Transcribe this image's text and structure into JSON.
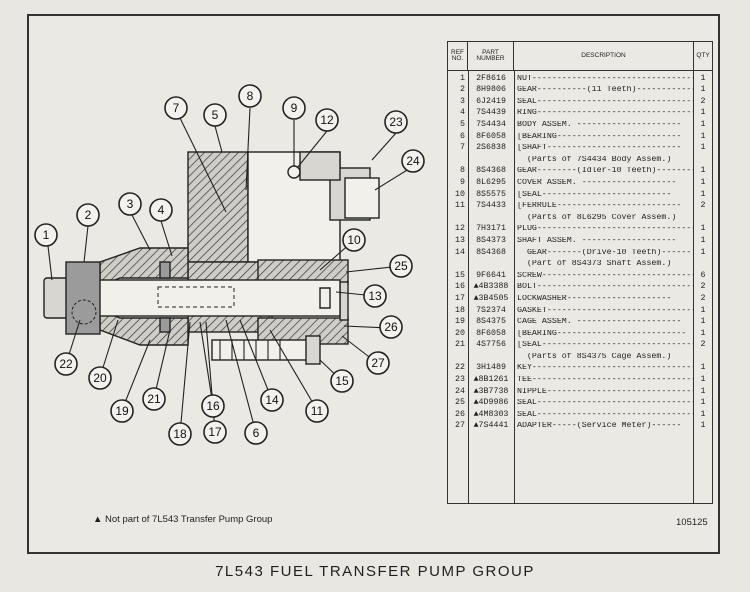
{
  "table": {
    "headers": {
      "ref": "REF NO.",
      "part": "PART NUMBER",
      "desc": "DESCRIPTION",
      "qty": "QTY"
    },
    "rows": [
      {
        "ref": "1",
        "part": "2F8616",
        "desc": "NUT-----------------------------------",
        "qty": "1"
      },
      {
        "ref": "2",
        "part": "8H9806",
        "desc": "GEAR----------(11 Teeth)------------",
        "qty": "1"
      },
      {
        "ref": "3",
        "part": "6J2419",
        "desc": "SEAL----------------------------------",
        "qty": "2"
      },
      {
        "ref": "4",
        "part": "7S4439",
        "desc": "RING----------------------------------",
        "qty": "1"
      },
      {
        "ref": "5",
        "part": "7S4434",
        "desc": "BODY ASSEM. ---------------------",
        "qty": "1"
      },
      {
        "ref": "6",
        "part": "8F6058",
        "desc": "[BEARING-------------------------",
        "qty": "1"
      },
      {
        "ref": "7",
        "part": "2S6838",
        "desc": "[SHAFT---------------------------",
        "qty": "1"
      },
      {
        "ref": "",
        "part": "",
        "desc": "  (Parts of 7S4434 Body Assem.)",
        "qty": ""
      },
      {
        "ref": "8",
        "part": "8S4368",
        "desc": "GEAR--------(Idler-10 Teeth)---------",
        "qty": "1"
      },
      {
        "ref": "9",
        "part": "8L6295",
        "desc": "COVER ASSEM. -------------------",
        "qty": "1"
      },
      {
        "ref": "10",
        "part": "8S5575",
        "desc": "[SEAL--------------------------",
        "qty": "1"
      },
      {
        "ref": "11",
        "part": "7S4433",
        "desc": "[FERRULE-------------------------",
        "qty": "2"
      },
      {
        "ref": "",
        "part": "",
        "desc": "  (Parts of 8L6295 Cover Assem.)",
        "qty": ""
      },
      {
        "ref": "12",
        "part": "7H3171",
        "desc": "PLUG----------------------------------",
        "qty": "1"
      },
      {
        "ref": "13",
        "part": "8S4373",
        "desc": "SHAFT ASSEM. -------------------",
        "qty": "1"
      },
      {
        "ref": "14",
        "part": "8S4368",
        "desc": "  GEAR-------(Drive-10 Teeth)------",
        "qty": "1"
      },
      {
        "ref": "",
        "part": "",
        "desc": "  (Part of 8S4373 Shaft Assem.)",
        "qty": ""
      },
      {
        "ref": "15",
        "part": "9F6641",
        "desc": "SCREW---------------------------------",
        "qty": "6"
      },
      {
        "ref": "16",
        "part": "▲4B3388",
        "desc": "BOLT----------------------------------",
        "qty": "2"
      },
      {
        "ref": "17",
        "part": "▲3B4505",
        "desc": "LOCKWASHER---------------------",
        "qty": "2"
      },
      {
        "ref": "18",
        "part": "7S2374",
        "desc": "GASKET-------------------------------",
        "qty": "1"
      },
      {
        "ref": "19",
        "part": "8S4375",
        "desc": "CAGE ASSEM. ---------------------",
        "qty": "1"
      },
      {
        "ref": "20",
        "part": "8F6058",
        "desc": "[BEARING--------------------------",
        "qty": "1"
      },
      {
        "ref": "21",
        "part": "4S7756",
        "desc": "[SEAL-------------------------------",
        "qty": "2"
      },
      {
        "ref": "",
        "part": "",
        "desc": "  (Parts of 8S4375 Cage Assem.)",
        "qty": ""
      },
      {
        "ref": "22",
        "part": "3H1489",
        "desc": "KEY------------------------------------",
        "qty": "1"
      },
      {
        "ref": "23",
        "part": "▲8B1261",
        "desc": "TEE------------------------------------",
        "qty": "1"
      },
      {
        "ref": "24",
        "part": "▲3B7738",
        "desc": "NIPPLE-------------------------------",
        "qty": "1"
      },
      {
        "ref": "25",
        "part": "▲4D9986",
        "desc": "SEAL----------------------------------",
        "qty": "1"
      },
      {
        "ref": "26",
        "part": "▲4M8303",
        "desc": "SEAL----------------------------------",
        "qty": "1"
      },
      {
        "ref": "27",
        "part": "▲7S4441",
        "desc": "ADAPTER-----(Service Meter)------",
        "qty": "1"
      }
    ]
  },
  "callouts": [
    "1",
    "2",
    "3",
    "4",
    "5",
    "7",
    "8",
    "9",
    "12",
    "23",
    "24",
    "10",
    "25",
    "13",
    "26",
    "27",
    "15",
    "11",
    "14",
    "6",
    "17",
    "16",
    "18",
    "21",
    "19",
    "20",
    "22"
  ],
  "note": "▲ Not part of 7L543 Transfer Pump Group",
  "figure_number": "105125",
  "caption": "7L543 FUEL TRANSFER PUMP GROUP"
}
